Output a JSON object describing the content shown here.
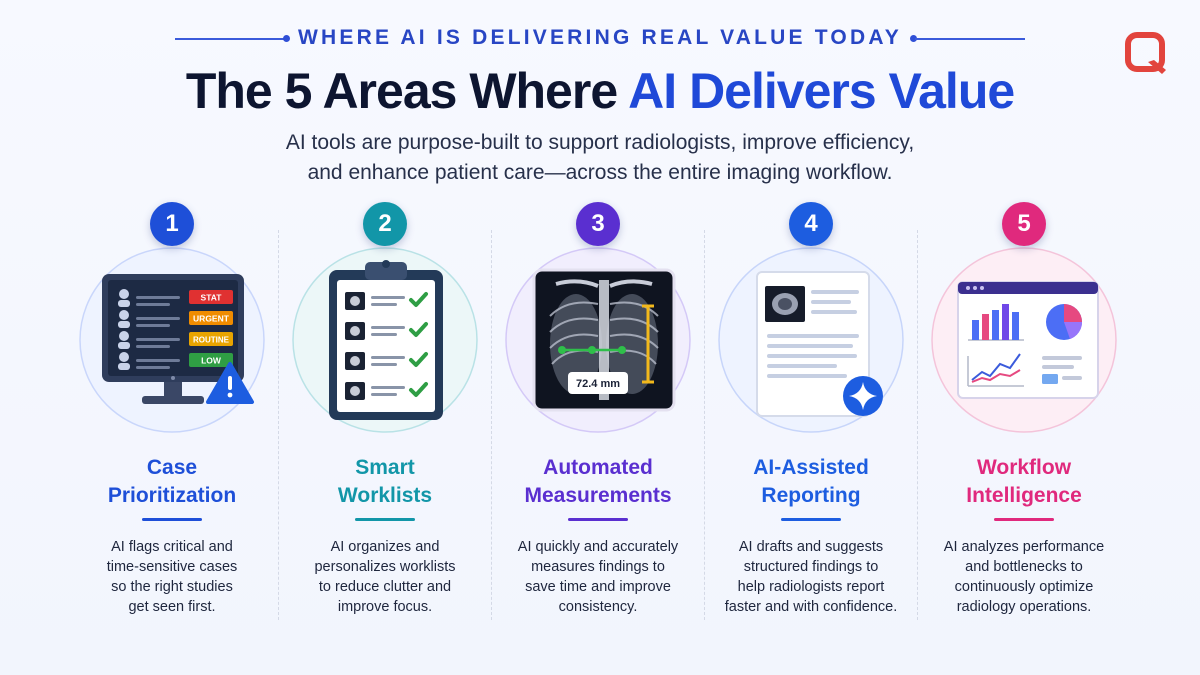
{
  "header": {
    "eyebrow": "WHERE AI IS DELIVERING REAL VALUE TODAY",
    "title_main": "The 5 Areas Where ",
    "title_accent": "AI Delivers Value",
    "subtitle_line1": "AI tools are purpose-built to support radiologists, improve efficiency,",
    "subtitle_line2": "and enhance patient care—across the entire imaging workflow."
  },
  "colors": {
    "accent_blue": "#1f49d8",
    "item1": "#1e4fd8",
    "item2": "#1296a8",
    "item3": "#5a2fd0",
    "item4": "#1d5de0",
    "item5": "#e0297d"
  },
  "items": [
    {
      "number": "1",
      "title_line1": "Case",
      "title_line2": "Prioritization",
      "desc_line1": "AI flags critical and",
      "desc_line2": "time-sensitive cases",
      "desc_line3": "so the right studies",
      "desc_line4": "get seen first.",
      "icon": "monitor-worklist-icon",
      "badges": [
        "STAT",
        "URGENT",
        "ROUTINE",
        "LOW"
      ]
    },
    {
      "number": "2",
      "title_line1": "Smart",
      "title_line2": "Worklists",
      "desc_line1": "AI organizes and",
      "desc_line2": "personalizes worklists",
      "desc_line3": "to reduce clutter and",
      "desc_line4": "improve focus.",
      "icon": "clipboard-checklist-icon"
    },
    {
      "number": "3",
      "title_line1": "Automated",
      "title_line2": "Measurements",
      "desc_line1": "AI quickly and accurately",
      "desc_line2": "measures findings to",
      "desc_line3": "save time and improve",
      "desc_line4": "consistency.",
      "icon": "chest-xray-icon",
      "measurement": "72.4 mm"
    },
    {
      "number": "4",
      "title_line1": "AI-Assisted",
      "title_line2": "Reporting",
      "desc_line1": "AI drafts and suggests",
      "desc_line2": "structured findings to",
      "desc_line3": "help radiologists report",
      "desc_line4": "faster and with confidence.",
      "icon": "report-document-icon"
    },
    {
      "number": "5",
      "title_line1": "Workflow",
      "title_line2": "Intelligence",
      "desc_line1": "AI analyzes performance",
      "desc_line2": "and bottlenecks to",
      "desc_line3": "continuously optimize",
      "desc_line4": "radiology operations.",
      "icon": "analytics-dashboard-icon"
    }
  ]
}
